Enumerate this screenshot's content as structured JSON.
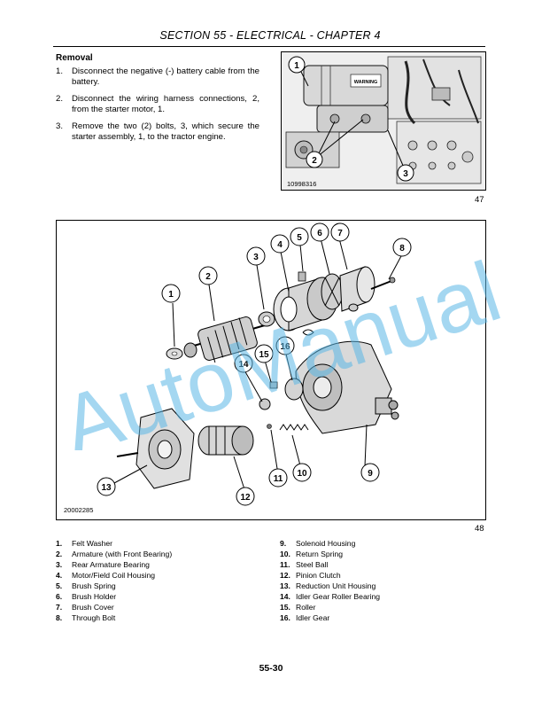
{
  "header": {
    "title": "SECTION 55 - ELECTRICAL - CHAPTER 4"
  },
  "removal": {
    "title": "Removal",
    "steps": [
      {
        "num": "1.",
        "text": "Disconnect the negative (-) battery cable from the battery."
      },
      {
        "num": "2.",
        "text": "Disconnect the wiring harness connections, 2, from the starter motor, 1."
      },
      {
        "num": "3.",
        "text": "Remove the two (2) bolts, 3, which secure the starter assembly, 1, to the tractor engine."
      }
    ]
  },
  "figure47": {
    "code": "10998316",
    "number": "47",
    "callouts": [
      "1",
      "2",
      "3"
    ],
    "warning_label": "WARNING"
  },
  "figure48": {
    "code": "20002285",
    "number": "48",
    "callouts": [
      "1",
      "2",
      "3",
      "4",
      "5",
      "6",
      "7",
      "8",
      "9",
      "10",
      "11",
      "12",
      "13",
      "14",
      "15",
      "16"
    ]
  },
  "legend": {
    "left": [
      {
        "num": "1.",
        "text": "Felt Washer"
      },
      {
        "num": "2.",
        "text": "Armature (with Front Bearing)"
      },
      {
        "num": "3.",
        "text": "Rear Armature Bearing"
      },
      {
        "num": "4.",
        "text": "Motor/Field Coil Housing"
      },
      {
        "num": "5.",
        "text": "Brush Spring"
      },
      {
        "num": "6.",
        "text": "Brush Holder"
      },
      {
        "num": "7.",
        "text": "Brush Cover"
      },
      {
        "num": "8.",
        "text": "Through Bolt"
      }
    ],
    "right": [
      {
        "num": "9.",
        "text": "Solenoid Housing"
      },
      {
        "num": "10.",
        "text": "Return Spring"
      },
      {
        "num": "11.",
        "text": "Steel Ball"
      },
      {
        "num": "12.",
        "text": "Pinion Clutch"
      },
      {
        "num": "13.",
        "text": "Reduction Unit Housing"
      },
      {
        "num": "14.",
        "text": "Idler Gear Roller Bearing"
      },
      {
        "num": "15.",
        "text": "Roller"
      },
      {
        "num": "16.",
        "text": "Idler Gear"
      }
    ]
  },
  "watermark": {
    "text": "AutoManual",
    "color": "#5bb8e6"
  },
  "page": {
    "number": "55-30"
  }
}
